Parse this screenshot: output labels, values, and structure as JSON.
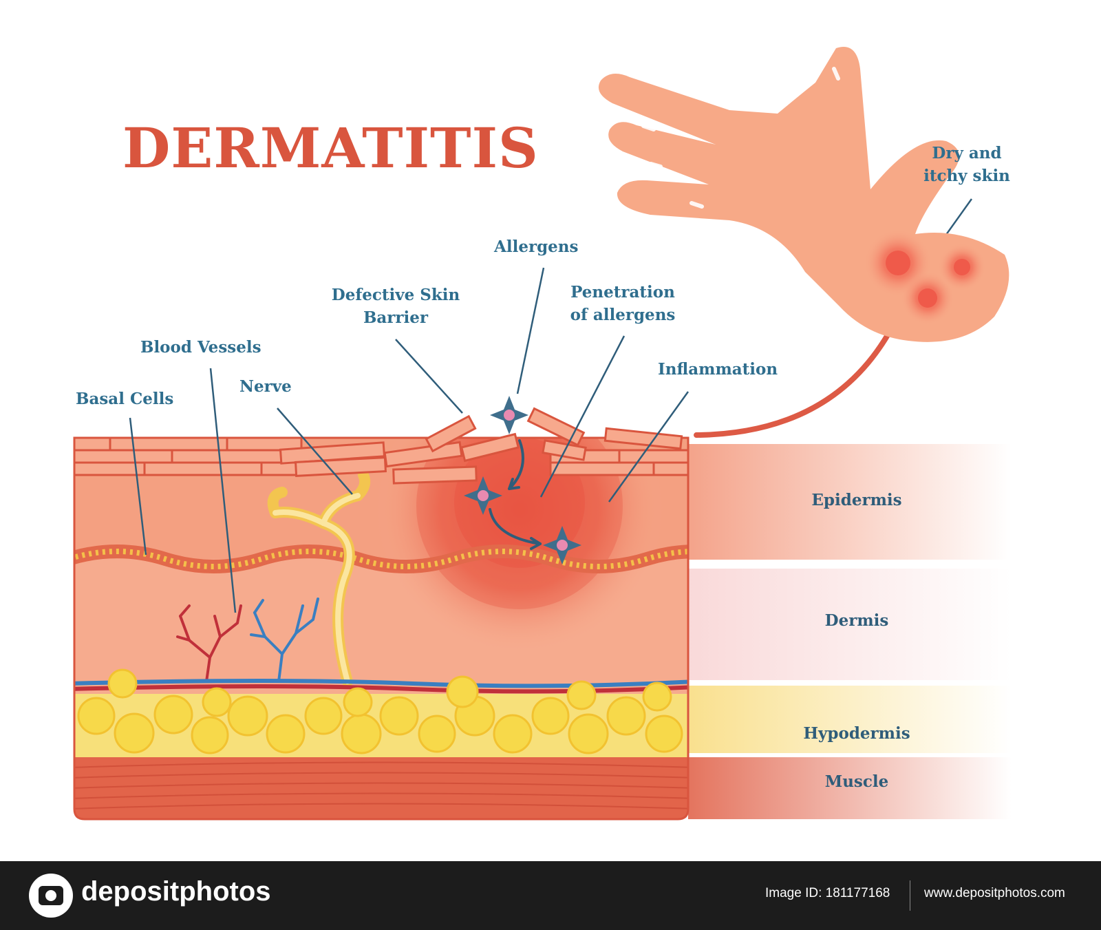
{
  "title": "DERMATITIS",
  "labels": {
    "basal_cells": "Basal Cells",
    "blood_vessels": "Blood Vessels",
    "nerve": "Nerve",
    "defective_barrier_line1": "Defective Skin",
    "defective_barrier_line2": "Barrier",
    "allergens": "Allergens",
    "penetration_line1": "Penetration",
    "penetration_line2": "of allergens",
    "inflammation": "Inflammation",
    "dry_line1": "Dry and",
    "dry_line2": "itchy skin"
  },
  "layers": [
    "Epidermis",
    "Dermis",
    "Hypodermis",
    "Muscle"
  ],
  "colors": {
    "title": "#d9553e",
    "label_text": "#2f6e8e",
    "skin_dermis": "#f6ab8e",
    "epidermis": "#f4a081",
    "inflammation": "#e84c3d",
    "fat": "#f7d94a",
    "muscle": "#e2644a",
    "artery": "#c0303a",
    "vein": "#3a7fc1",
    "nerve": "#f8d96e",
    "allergen": "#3f6e8c"
  },
  "footer": {
    "brand": "depositphotos",
    "image_id": "Image ID: 181177168",
    "url": "www.depositphotos.com"
  }
}
